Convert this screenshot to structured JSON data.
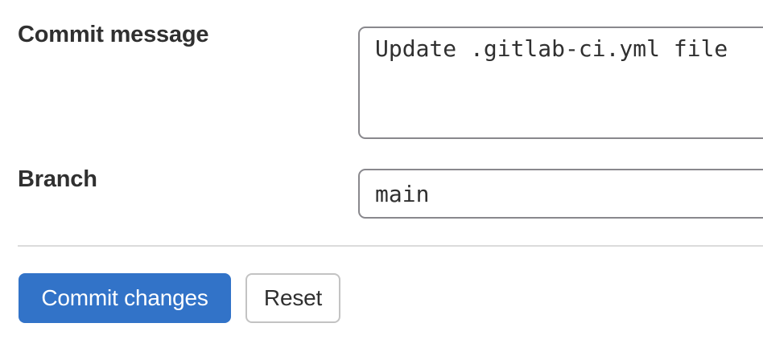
{
  "form": {
    "commit_message": {
      "label": "Commit message",
      "value": "Update .gitlab-ci.yml file"
    },
    "branch": {
      "label": "Branch",
      "value": "main"
    }
  },
  "actions": {
    "commit": "Commit changes",
    "reset": "Reset"
  },
  "colors": {
    "primary_button": "#3273c8",
    "primary_button_text": "#ffffff",
    "text": "#303030",
    "input_border": "#89888d",
    "secondary_button_border": "#c3c3c3",
    "divider": "#dbdbdb"
  }
}
